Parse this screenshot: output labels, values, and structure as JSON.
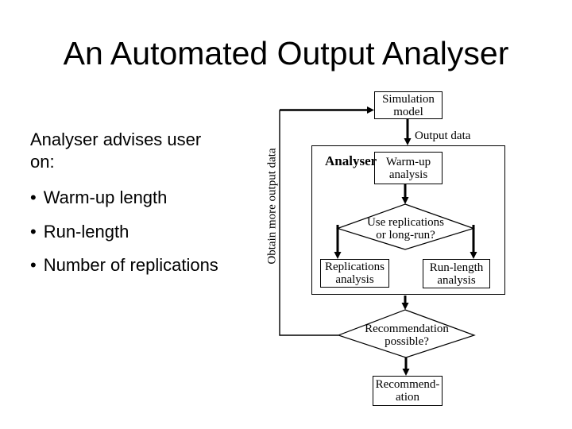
{
  "slide_title": "An Automated Output Analyser",
  "body": {
    "heading": "Analyser advises user on:",
    "bullet_char": "•",
    "bullets": [
      "Warm-up length",
      "Run-length",
      "Number of replications"
    ]
  },
  "diagram": {
    "rotated_edge_label": "Obtain more output data",
    "output_data_label": "Output data",
    "analyser_box_label": "Analyser",
    "nodes": {
      "simulation": "Simulation\nmodel",
      "warmup": "Warm-up\nanalysis",
      "decision_replications": "Use replications\nor long-run?",
      "replications": "Replications\nanalysis",
      "runlength": "Run-length\nanalysis",
      "decision_recommendation": "Recommendation\npossible?",
      "recommendation": "Recommend-\nation"
    }
  },
  "colors": {
    "ink": "#000000",
    "background": "#ffffff"
  }
}
